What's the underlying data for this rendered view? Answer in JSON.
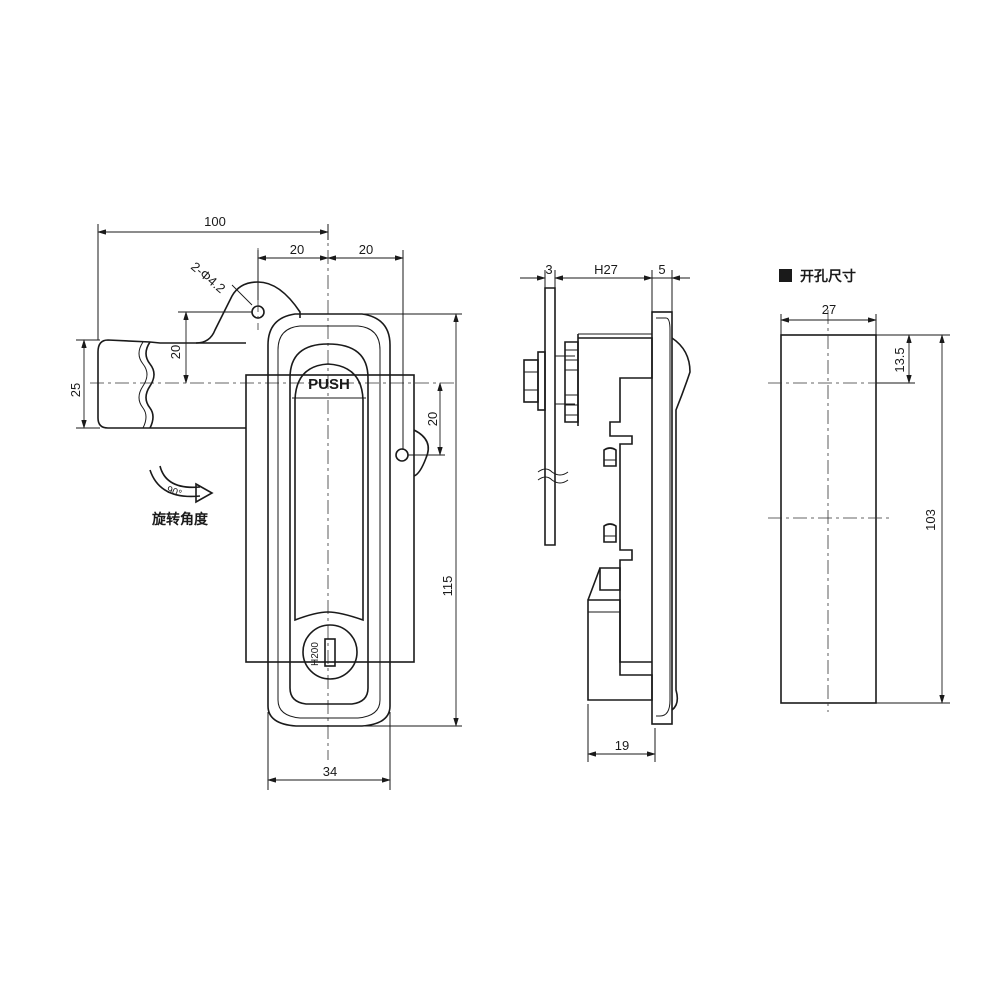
{
  "front_view": {
    "dim_total_width": "100",
    "dim_hole_spacing_left": "20",
    "dim_hole_spacing_right": "20",
    "hole_note": "2-Φ4.2",
    "dim_handle_height": "25",
    "dim_handle_offset": "20",
    "dim_hole_offset_right": "20",
    "dim_body_height": "115",
    "dim_body_width": "34",
    "push_label": "PUSH",
    "key_code": "H200",
    "rotation_angle": "90°",
    "rotation_caption": "旋转角度"
  },
  "side_view": {
    "dim_plate": "3",
    "dim_panel": "H27",
    "dim_flange": "5",
    "dim_depth": "19"
  },
  "cutout": {
    "title": "开孔尺寸",
    "dim_width": "27",
    "dim_top": "13.5",
    "dim_height": "103"
  }
}
